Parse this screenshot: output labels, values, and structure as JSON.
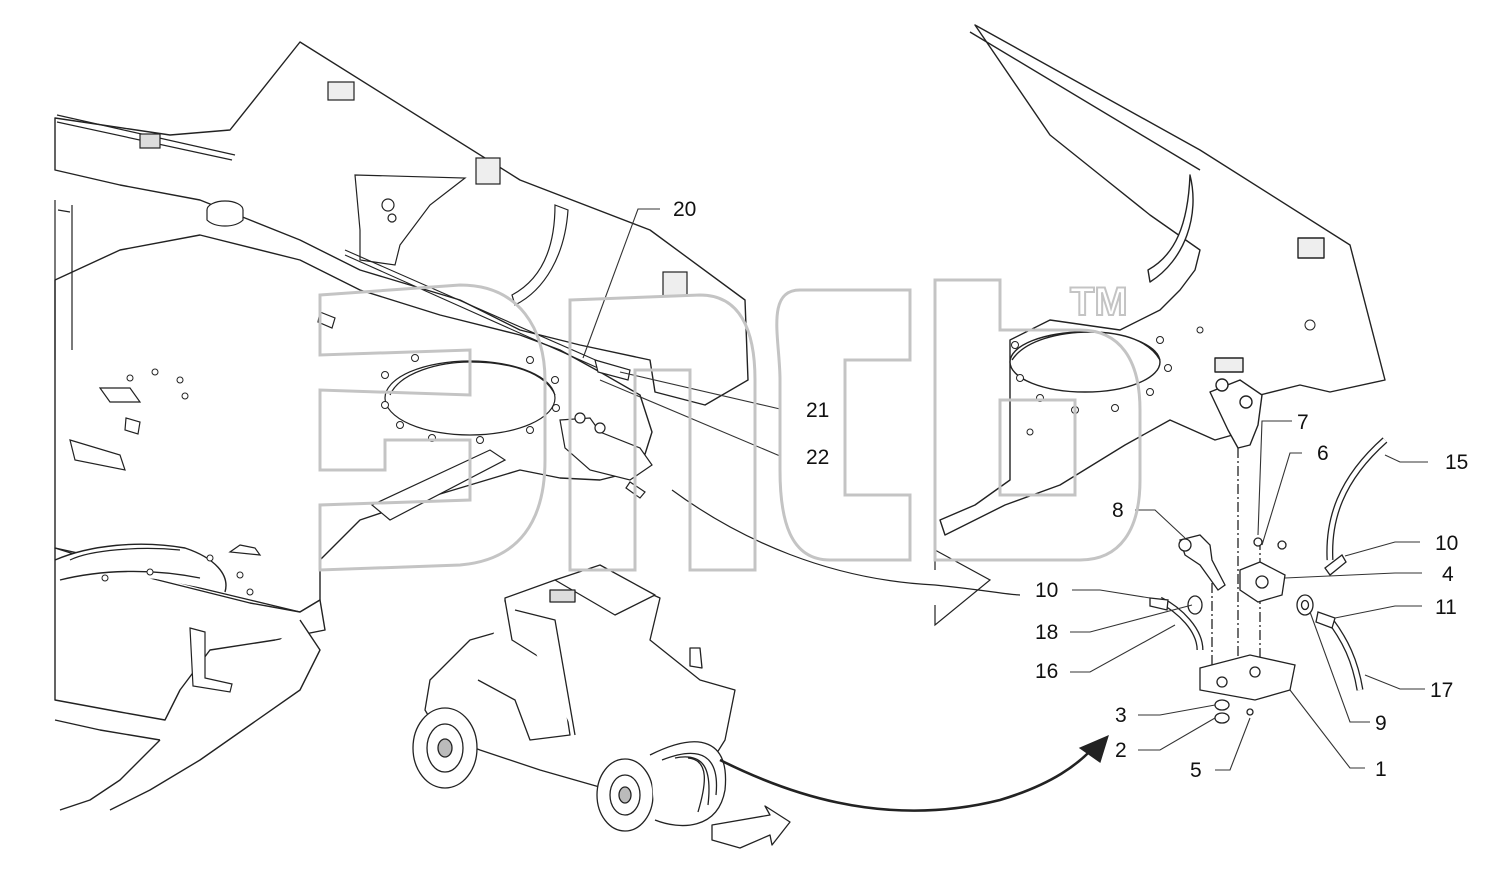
{
  "watermark": {
    "trademark": "TM"
  },
  "labels": {
    "p1": "1",
    "p2": "2",
    "p3": "3",
    "p4": "4",
    "p5": "5",
    "p6": "6",
    "p7": "7",
    "p8": "8",
    "p9": "9",
    "p10a": "10",
    "p10b": "10",
    "p11": "11",
    "p15": "15",
    "p16": "16",
    "p17": "17",
    "p18": "18",
    "p20": "20",
    "p21": "21",
    "p22": "22"
  },
  "colors": {
    "line": "#222222",
    "watermark": "#c4c4c4",
    "callout": "#333333"
  }
}
